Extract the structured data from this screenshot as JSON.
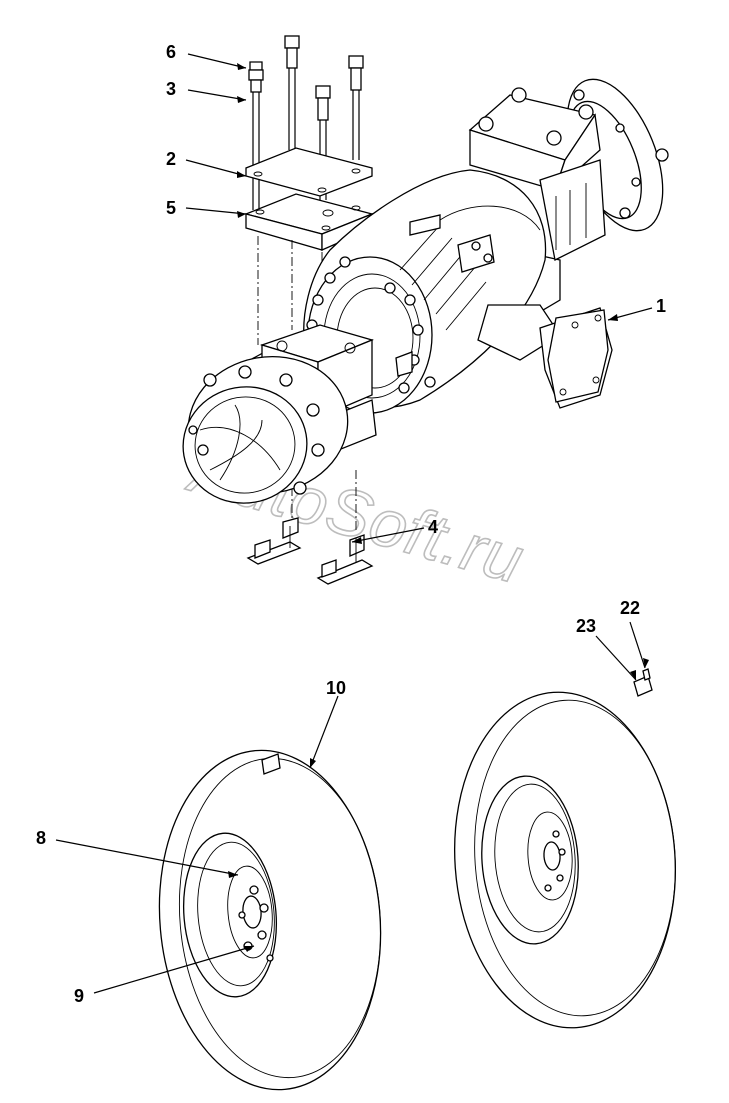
{
  "watermark": "AutoSoft.ru",
  "callouts": [
    {
      "id": "6",
      "label": "6"
    },
    {
      "id": "3",
      "label": "3"
    },
    {
      "id": "2",
      "label": "2"
    },
    {
      "id": "5",
      "label": "5"
    },
    {
      "id": "1",
      "label": "1"
    },
    {
      "id": "4",
      "label": "4"
    },
    {
      "id": "22",
      "label": "22"
    },
    {
      "id": "23",
      "label": "23"
    },
    {
      "id": "10",
      "label": "10"
    },
    {
      "id": "8",
      "label": "8"
    },
    {
      "id": "9",
      "label": "9"
    }
  ]
}
